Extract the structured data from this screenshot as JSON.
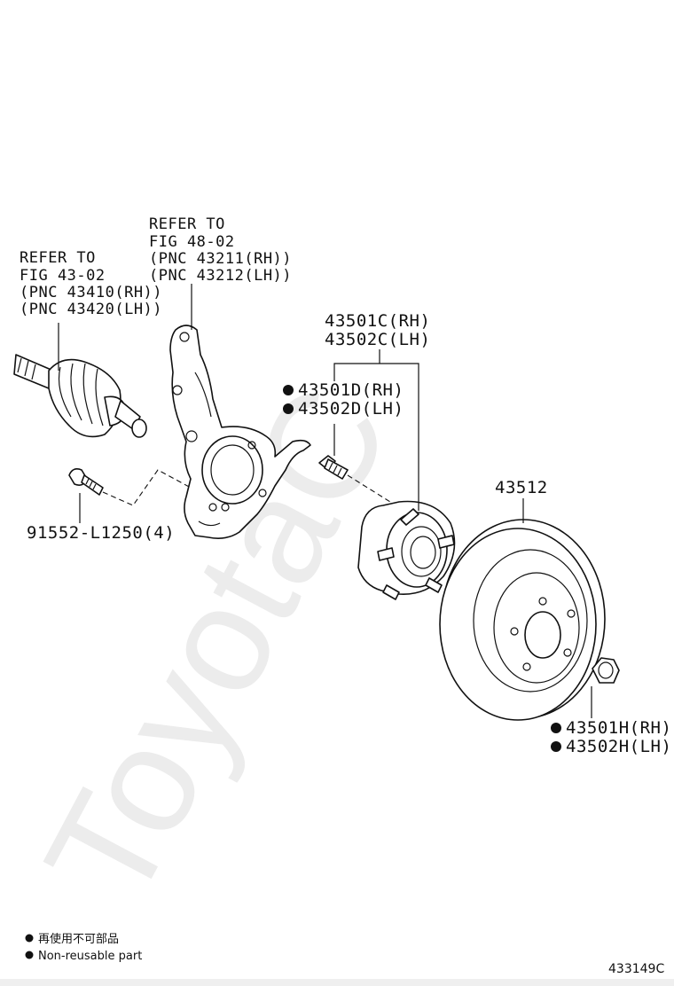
{
  "watermark": "ToyotaC",
  "labels": {
    "driveshaft_ref": [
      "REFER TO",
      "FIG 43-02",
      "(PNC 43410(RH))",
      "(PNC 43420(LH))"
    ],
    "knuckle_ref": [
      "REFER TO",
      "FIG 48-02",
      "(PNC 43211(RH))",
      "(PNC 43212(LH))"
    ],
    "hub_assy": [
      "43501C(RH)",
      "43502C(LH)"
    ],
    "hub_bolt": [
      "43501D(RH)",
      "43502D(LH)"
    ],
    "rotor": "43512",
    "bolt": "91552-L1250(4)",
    "hub_nut": [
      "43501H(RH)",
      "43502H(LH)"
    ]
  },
  "legend": {
    "jp": "再使用不可部品",
    "en": "Non-reusable part"
  },
  "figure_number": "433149C"
}
